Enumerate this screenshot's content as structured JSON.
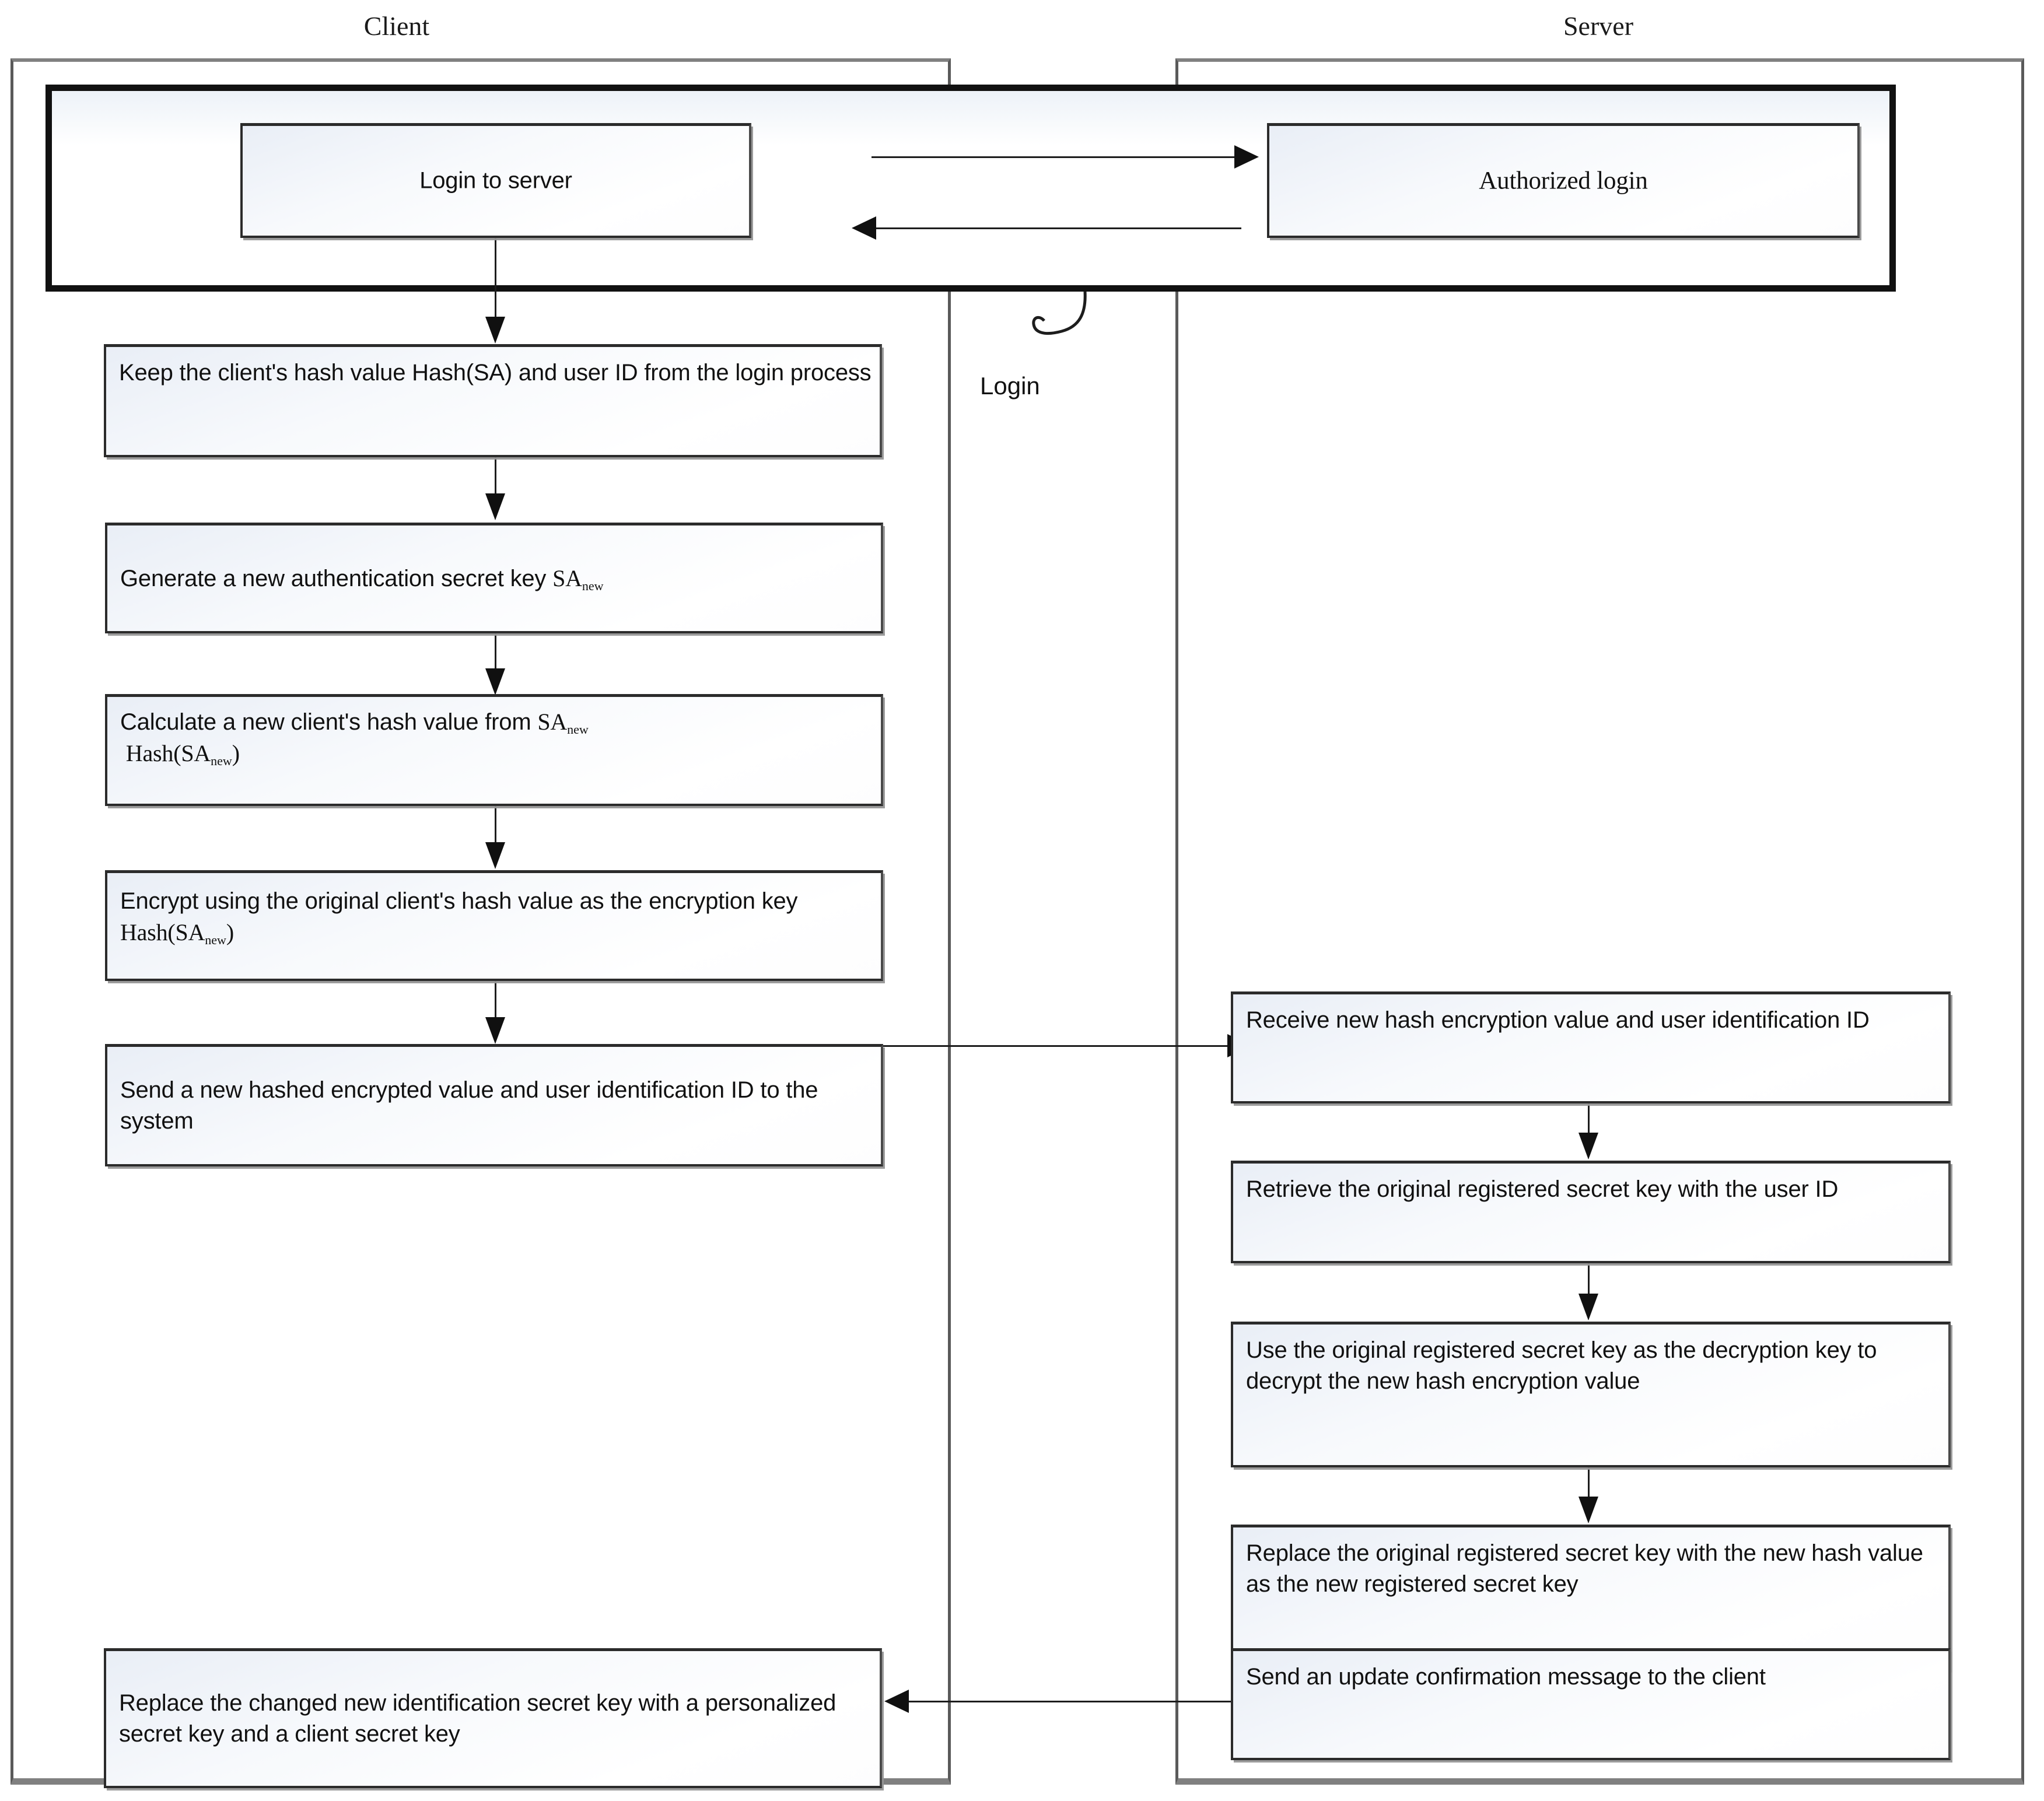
{
  "lanes": {
    "client": {
      "title": "Client"
    },
    "server": {
      "title": "Server"
    }
  },
  "login_group": {
    "client_box": {
      "label": "Login to server"
    },
    "server_box": {
      "label": "Authorized login"
    },
    "callout": {
      "label": "Login"
    }
  },
  "client_steps": [
    {
      "id": "keep-hash",
      "label": "Keep the client's hash value Hash(SA) and user ID from the login process"
    },
    {
      "id": "generate-key",
      "label_html": "Generate a new authentication secret key <span class=\"srf\">SA<sub>new</sub></span>"
    },
    {
      "id": "calculate-hash",
      "label_html": "Calculate a new client's hash value from <span class=\"srf\">SA<sub>new</sub></span><br><span class=\"srf\">&nbsp;Hash(SA<sub>new</sub>)</span>"
    },
    {
      "id": "encrypt",
      "label_html": "Encrypt using the original client's hash value as the encryption key <span class=\"srf\">Hash(SA<sub>new</sub>)</span>"
    },
    {
      "id": "send-value",
      "label": "Send a new hashed encrypted value and user identification ID to the system"
    },
    {
      "id": "replace-client-key",
      "label": "Replace the changed new identification secret key with a personalized secret key and a client secret key"
    }
  ],
  "server_steps": [
    {
      "id": "receive-value",
      "label": "Receive new hash encryption value and user identification ID"
    },
    {
      "id": "retrieve-key",
      "label": "Retrieve the original registered secret key with the user ID"
    },
    {
      "id": "decrypt-value",
      "label": "Use the original registered secret key as the decryption key to decrypt the new hash encryption value"
    },
    {
      "id": "replace-server-key",
      "label": "Replace the original registered secret key with the new hash value as the new registered secret key"
    },
    {
      "id": "send-confirmation",
      "label": "Send an update confirmation message to the client"
    }
  ],
  "colors": {
    "box_border": "#2b2b2b",
    "lane_border": "#808080",
    "group_border": "#111111",
    "connector": "#1d1d1d",
    "box_fill_start": "#e9eef6",
    "box_fill_end": "#ffffff",
    "text": "#111111"
  }
}
